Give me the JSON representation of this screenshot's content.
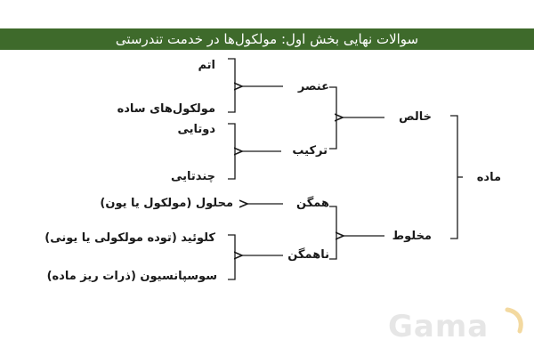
{
  "header": {
    "title": "سوالات نهایی بخش اول: مولکول‌ها در خدمت تندرستی"
  },
  "diagram": {
    "root": "ماده",
    "pure": "خالص",
    "mixture": "مخلوط",
    "element": "عنصر",
    "compound": "ترکیب",
    "atom": "اتم",
    "simple_molecules": "مولکول‌های ساده",
    "binary": "دوتایی",
    "multi": "چندتایی",
    "homogeneous": "همگن",
    "heterogeneous": "ناهمگن",
    "solution": "محلول (مولکول یا یون)",
    "colloid": "کلوئید (توده مولکولی یا یونی)",
    "suspension": "سوسپانسیون (ذرات ریز ماده)"
  },
  "watermark": {
    "text": "Gama"
  },
  "colors": {
    "header_bg": "#3e6a2b",
    "header_text": "#ffffff",
    "lines": "#1a1a1a",
    "watermark": "#e6e6e6",
    "watermark_accent": "#f3d9a0"
  }
}
